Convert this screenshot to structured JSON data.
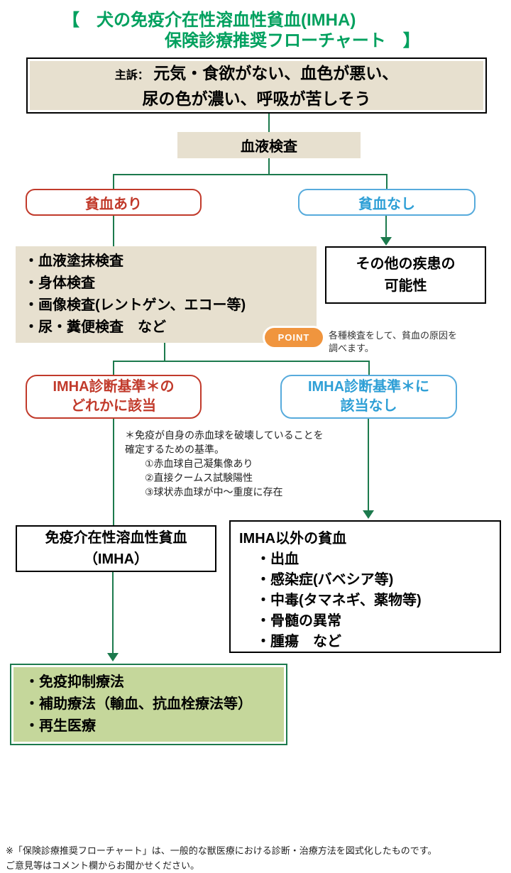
{
  "title": {
    "line1": "【　犬の免疫介在性溶血性貧血(IMHA)",
    "line2": "保険診療推奨フローチャート　】"
  },
  "chief_complaint": {
    "prefix": "主訴：",
    "line1": " 元気・食欲がない、血色が悪い、",
    "line2": "尿の色が濃い、呼吸が苦しそう"
  },
  "blood_test_label": "血液検査",
  "branch1": {
    "anemia_yes": "貧血あり",
    "anemia_no": "貧血なし"
  },
  "tests": {
    "items": [
      "・血液塗抹検査",
      "・身体検査",
      "・画像検査(レントゲン、エコー等)",
      "・尿・糞便検査　など"
    ]
  },
  "other_disease": {
    "line1": "その他の疾患の",
    "line2": "可能性"
  },
  "point": {
    "badge": "POINT",
    "line1": "各種検査をして、貧血の原因を",
    "line2": "調べます。"
  },
  "branch2": {
    "match_line1": "IMHA診断基準＊の",
    "match_line2": "どれかに該当",
    "nomatch_line1": "IMHA診断基準＊に",
    "nomatch_line2": "該当なし"
  },
  "criteria_note": {
    "line1": "＊免疫が自身の赤血球を破壊していることを",
    "line2": "確定するための基準。",
    "item1": "①赤血球自己凝集像あり",
    "item2": "②直接クームス試験陽性",
    "item3": "③球状赤血球が中～重度に存在"
  },
  "imha_result": {
    "line1": "免疫介在性溶血性貧血",
    "line2": "（IMHA）"
  },
  "non_imha": {
    "title": "IMHA以外の貧血",
    "items": [
      "・出血",
      "・感染症(バベシア等)",
      "・中毒(タマネギ、薬物等)",
      "・骨髄の異常",
      "・腫瘍　など"
    ]
  },
  "treatment": {
    "items": [
      "・免疫抑制療法",
      "・補助療法（輸血、抗血栓療法等）",
      "・再生医療"
    ]
  },
  "footer": {
    "line1": "※「保険診療推奨フローチャート」は、一般的な獣医療における診断・治療方法を図式化したものです。",
    "line2": "ご意見等はコメント欄からお聞かせください。"
  },
  "colors": {
    "title_green": "#00a05e",
    "line_green": "#1c7a4d",
    "box_beige": "#e7e0cf",
    "treatment_olive": "#c5d79b",
    "red_accent": "#c13a2b",
    "blue_accent": "#2e9fd6",
    "point_orange": "#f0953e"
  }
}
